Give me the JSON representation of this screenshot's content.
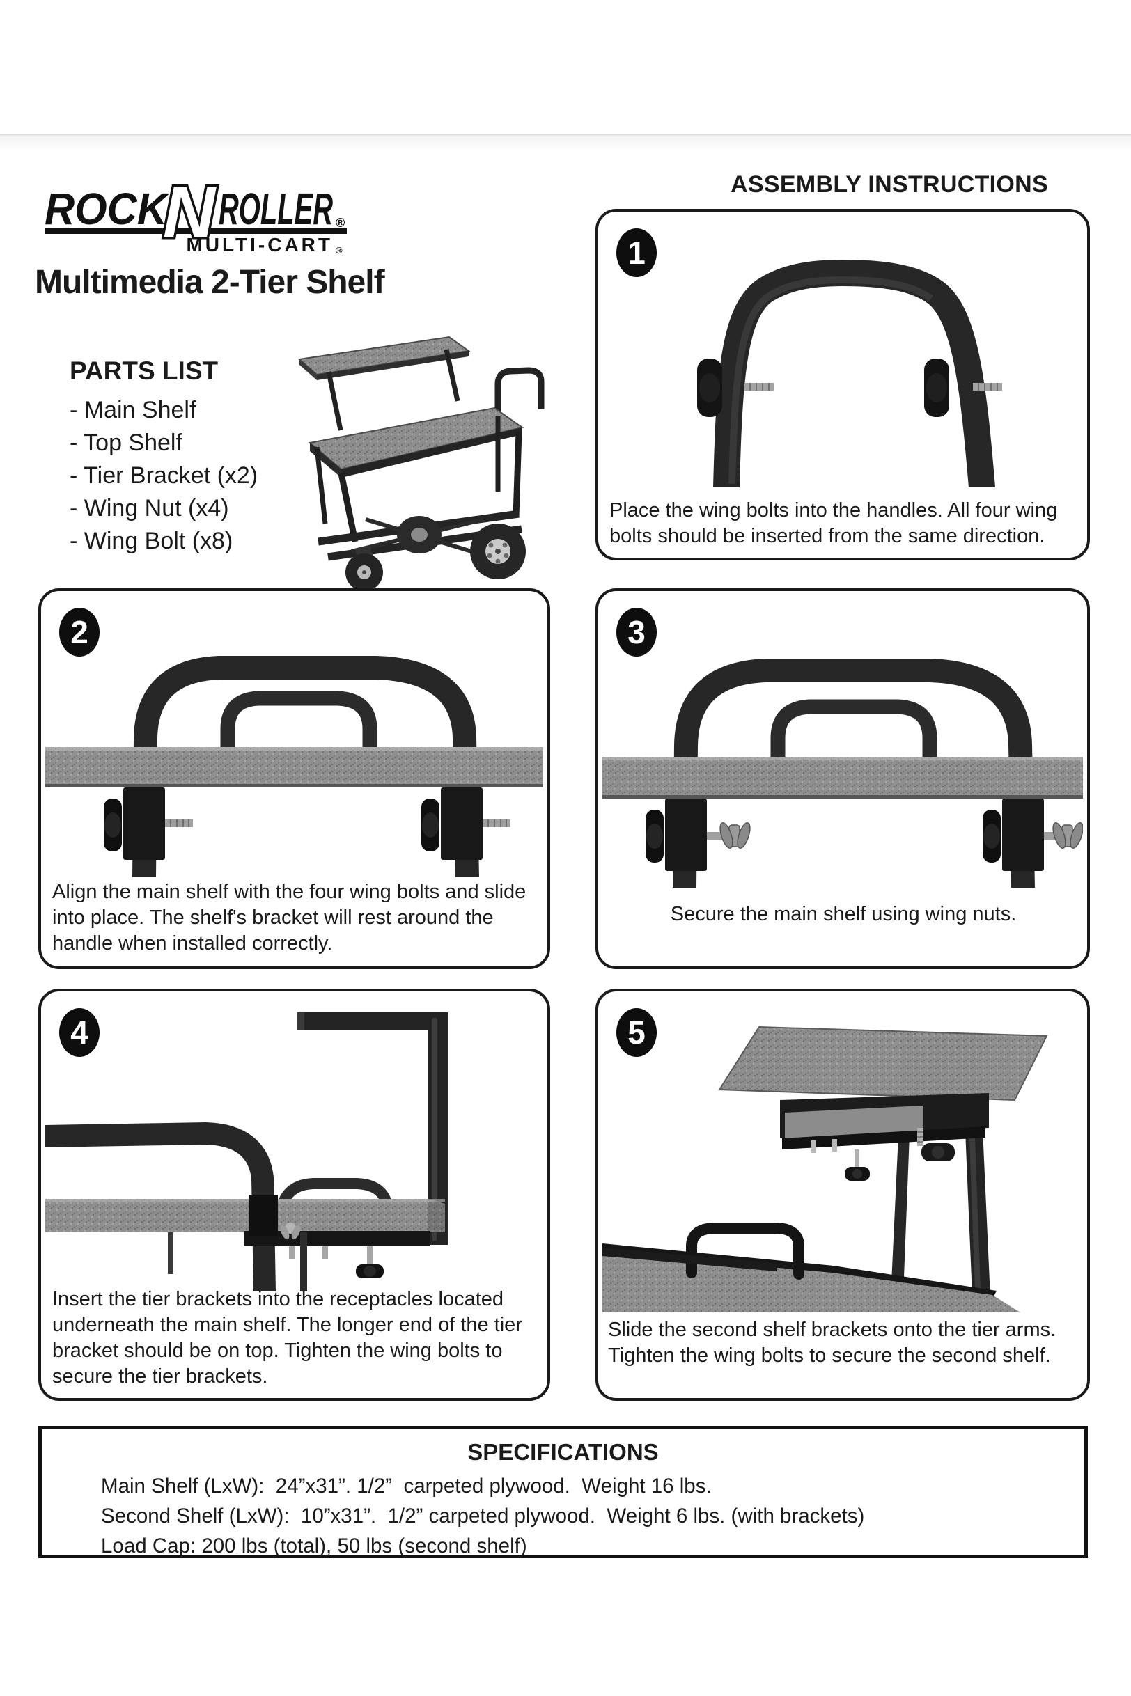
{
  "header": {
    "assembly_title": "ASSEMBLY INSTRUCTIONS",
    "brand": {
      "word_rock": "ROCK",
      "word_n": "N",
      "word_roller": "ROLLER",
      "registered_mark": "®",
      "subtitle": "MULTI-CART",
      "subtitle_registered_mark": "®"
    },
    "product_title": "Multimedia 2-Tier Shelf"
  },
  "parts_list": {
    "title": "PARTS LIST",
    "items": [
      "- Main Shelf",
      "- Top Shelf",
      "- Tier Bracket (x2)",
      "- Wing Nut (x4)",
      "- Wing Bolt (x8)"
    ]
  },
  "steps": [
    {
      "number": "1",
      "caption": "Place the wing bolts into the handles. All four wing bolts should be inserted from the same direction."
    },
    {
      "number": "2",
      "caption": "Align the main shelf with the four wing bolts and slide into place. The shelf's bracket will rest around the handle when installed correctly."
    },
    {
      "number": "3",
      "caption": "Secure the main shelf using wing nuts."
    },
    {
      "number": "4",
      "caption": "Insert the tier brackets into the receptacles located underneath the main shelf. The longer end of the tier bracket should be on top. Tighten the wing bolts to secure the tier brackets."
    },
    {
      "number": "5",
      "caption": "Slide the second shelf brackets onto the tier arms. Tighten the wing bolts to secure the second shelf."
    }
  ],
  "specifications": {
    "title": "SPECIFICATIONS",
    "lines": [
      "Main Shelf (LxW):  24”x31”. 1/2”  carpeted plywood.  Weight 16 lbs.",
      "Second Shelf (LxW):  10”x31”.  1/2” carpeted plywood.  Weight 6 lbs. (with brackets)",
      "Load Cap: 200 lbs (total), 50 lbs (second shelf)"
    ]
  },
  "colors": {
    "ink": "#1a1a1a",
    "frame_dark": "#272727",
    "carpet_gray": "#8f8f8f",
    "hardware_silver": "#a3a3a3"
  }
}
